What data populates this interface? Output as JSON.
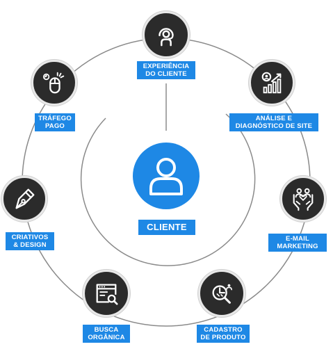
{
  "center": {
    "label": "CLIENTE",
    "icon": "user-icon"
  },
  "nodes": [
    {
      "id": "experiencia",
      "icon": "headset-agent-icon",
      "lines": [
        "EXPERIÊNCIA",
        "DO CLIENTE"
      ]
    },
    {
      "id": "analise",
      "icon": "growth-chart-icon",
      "lines": [
        "ANÁLISE E",
        "DIAGNÓSTICO DE SITE"
      ]
    },
    {
      "id": "email",
      "icon": "people-hands-icon",
      "lines": [
        "E-MAIL",
        "MARKETING"
      ]
    },
    {
      "id": "cadastro",
      "icon": "search-analytics-icon",
      "lines": [
        "CADASTRO",
        "DE PRODUTO"
      ]
    },
    {
      "id": "busca",
      "icon": "browser-search-icon",
      "lines": [
        "BUSCA",
        "ORGÂNICA"
      ]
    },
    {
      "id": "criativos",
      "icon": "pen-nib-icon",
      "lines": [
        "CRIATIVOS",
        "& DESIGN"
      ]
    },
    {
      "id": "trafego",
      "icon": "mouse-click-icon",
      "lines": [
        "TRÁFEGO",
        "PAGO"
      ]
    }
  ],
  "colors": {
    "accent": "#1e88e5",
    "node_fill": "#2b2b2b",
    "ring": "#8a8a8a"
  }
}
